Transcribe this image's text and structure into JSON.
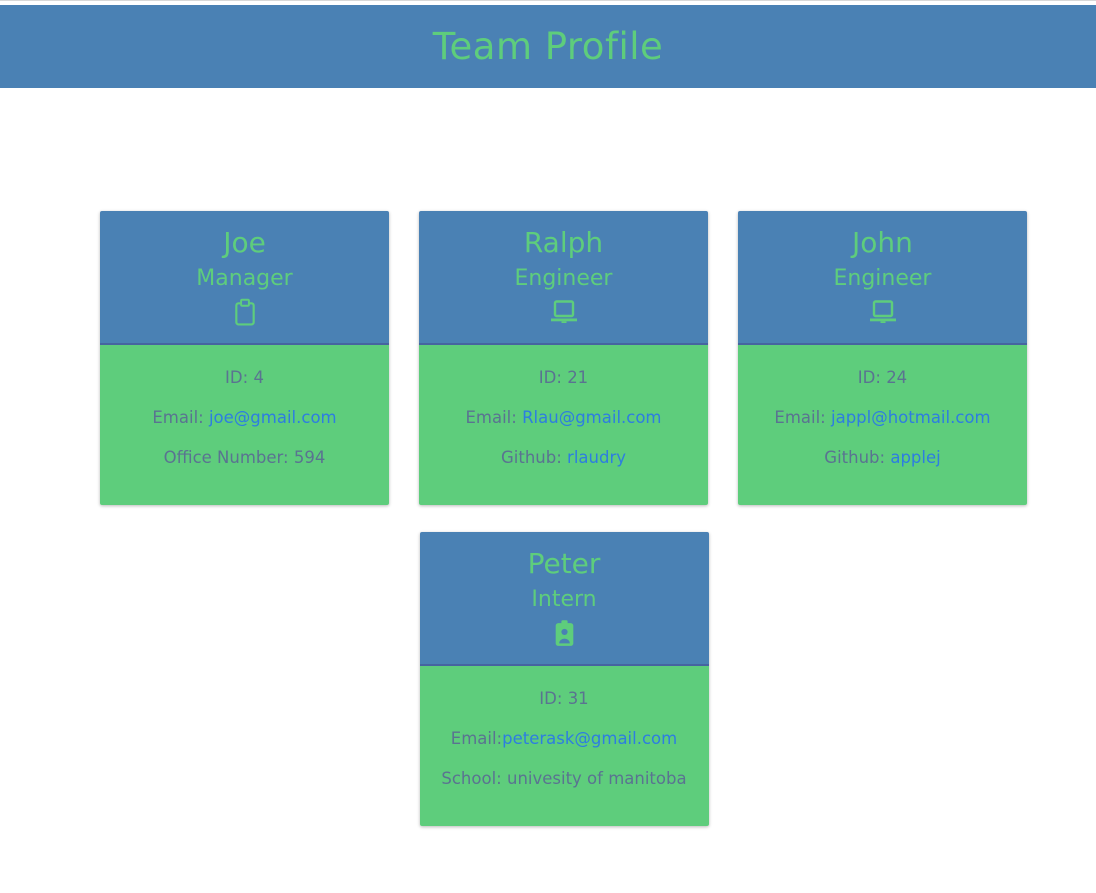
{
  "header": {
    "title": "Team Profile"
  },
  "theme": {
    "header_bg": "#4a81b4",
    "accent_green": "#5ecd7c",
    "card_top_bg": "#4a81b4",
    "card_divider": "#4664a0",
    "card_body_bg": "#5ecd7c",
    "muted_text": "#5a7391",
    "link_color": "#2d7de1"
  },
  "team": [
    {
      "name": "Joe",
      "role": "Manager",
      "icon": "clipboard-icon",
      "fields": [
        {
          "label": "ID: ",
          "value": "4",
          "is_link": false
        },
        {
          "label": "Email: ",
          "value": "joe@gmail.com",
          "is_link": true
        },
        {
          "label": "Office Number: ",
          "value": "594",
          "is_link": false
        }
      ]
    },
    {
      "name": "Ralph",
      "role": "Engineer",
      "icon": "laptop-icon",
      "fields": [
        {
          "label": "ID: ",
          "value": "21",
          "is_link": false
        },
        {
          "label": "Email: ",
          "value": "Rlau@gmail.com",
          "is_link": true
        },
        {
          "label": "Github: ",
          "value": "rlaudry",
          "is_link": true
        }
      ]
    },
    {
      "name": "John",
      "role": "Engineer",
      "icon": "laptop-icon",
      "fields": [
        {
          "label": "ID: ",
          "value": "24",
          "is_link": false
        },
        {
          "label": "Email: ",
          "value": "jappl@hotmail.com",
          "is_link": true
        },
        {
          "label": "Github: ",
          "value": "applej",
          "is_link": true
        }
      ]
    },
    {
      "name": "Peter",
      "role": "Intern",
      "icon": "id-badge-icon",
      "fields": [
        {
          "label": "ID: ",
          "value": "31",
          "is_link": false
        },
        {
          "label": "Email:",
          "value": "peterask@gmail.com",
          "is_link": true
        },
        {
          "label": "School: ",
          "value": "univesity of manitoba",
          "is_link": false
        }
      ]
    }
  ]
}
